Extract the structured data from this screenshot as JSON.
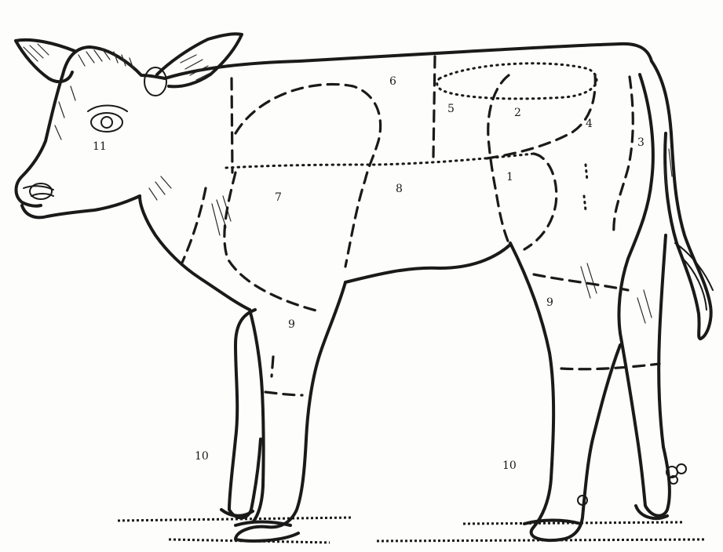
{
  "diagram": {
    "regions": [
      {
        "id": "region-1",
        "label": "1"
      },
      {
        "id": "region-2",
        "label": "2"
      },
      {
        "id": "region-3",
        "label": "3"
      },
      {
        "id": "region-4",
        "label": "4"
      },
      {
        "id": "region-5",
        "label": "5"
      },
      {
        "id": "region-6",
        "label": "6"
      },
      {
        "id": "region-7",
        "label": "7"
      },
      {
        "id": "region-8",
        "label": "8"
      },
      {
        "id": "region-9-front",
        "label": "9"
      },
      {
        "id": "region-9-hind",
        "label": "9"
      },
      {
        "id": "region-10-front",
        "label": "10"
      },
      {
        "id": "region-10-hind",
        "label": "10"
      },
      {
        "id": "region-11",
        "label": "11"
      }
    ]
  }
}
